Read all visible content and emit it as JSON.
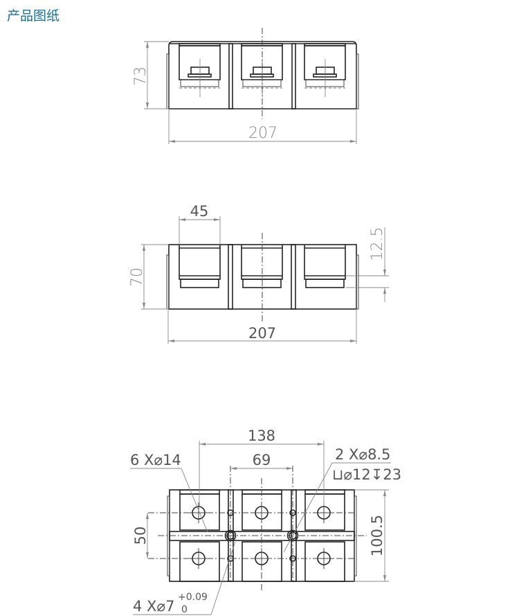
{
  "header": {
    "title": "产品图纸"
  },
  "top_view": {
    "height": "73",
    "width": "207"
  },
  "front_view": {
    "pocket_width": "45",
    "height": "70",
    "width": "207",
    "step": "12.5"
  },
  "bottom_view": {
    "spacing_outer": "138",
    "spacing_inner": "69",
    "row_spacing": "50",
    "depth": "100.5",
    "big_holes": "6 X⌀14",
    "mount_holes": "2 X⌀8.5",
    "counterbore": "⊔⌀12↧23",
    "pin_holes": "4 X⌀7",
    "tol_upper": "+0.09",
    "tol_lower": "0"
  },
  "colors": {
    "title": "#1f6f8f",
    "line": "#222222",
    "dimension": "#888888"
  }
}
